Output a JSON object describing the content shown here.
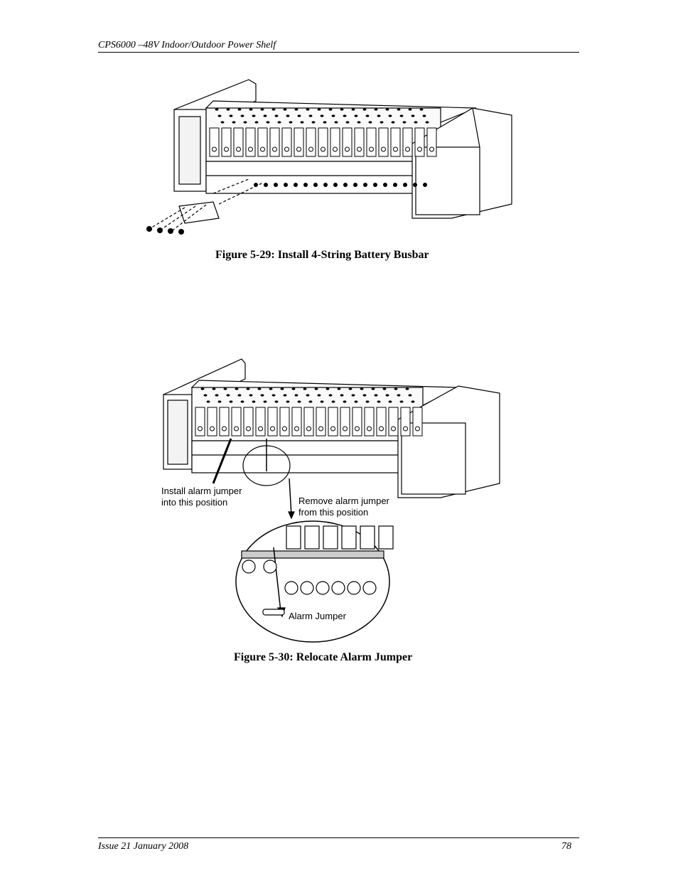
{
  "header": {
    "title": "CPS6000 –48V Indoor/Outdoor Power Shelf"
  },
  "figures": [
    {
      "caption": "Figure 5-29: Install 4-String Battery Busbar"
    },
    {
      "caption": "Figure 5-30: Relocate Alarm Jumper",
      "callouts": {
        "install_line1": "Install alarm jumper",
        "install_line2": "into this position",
        "remove_line1": "Remove alarm jumper",
        "remove_line2": "from this position",
        "detail_label": "Alarm Jumper"
      }
    }
  ],
  "footer": {
    "issue": "Issue 21 January 2008",
    "page_number": "78"
  }
}
